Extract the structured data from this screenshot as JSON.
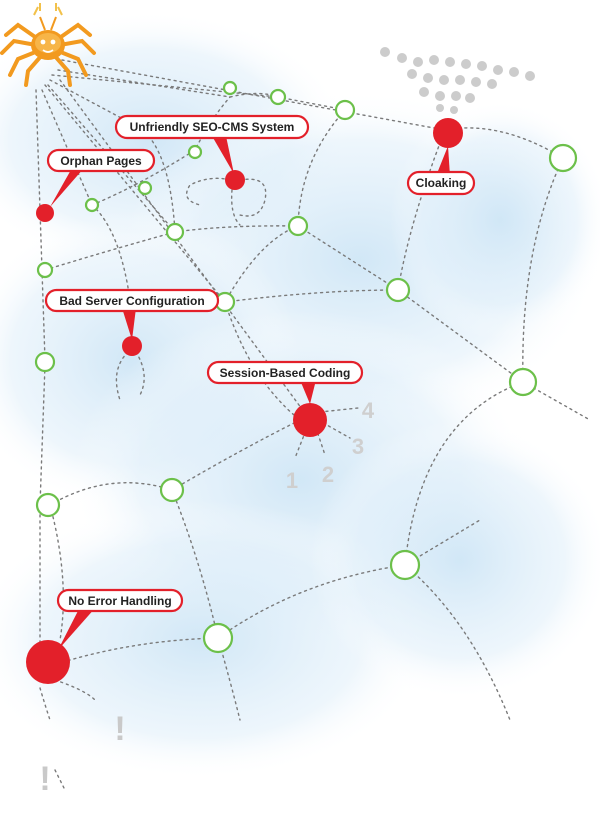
{
  "callouts": {
    "orphan_pages": "Orphan Pages",
    "unfriendly_seo_cms": "Unfriendly SEO-CMS System",
    "cloaking": "Cloaking",
    "bad_server_config": "Bad Server Configuration",
    "session_based_coding": "Session-Based Coding",
    "no_error_handling": "No Error Handling"
  },
  "session_steps": [
    "1",
    "2",
    "3",
    "4"
  ],
  "warning_marks": [
    "!",
    "!"
  ],
  "colors": {
    "problem_red": "#e3202a",
    "node_green": "#6cc04a",
    "spider_orange": "#f29a1f",
    "cloud_blue": "#cfe6f6"
  },
  "icons": [
    "spider-crawler-icon",
    "exclamation-icon"
  ]
}
